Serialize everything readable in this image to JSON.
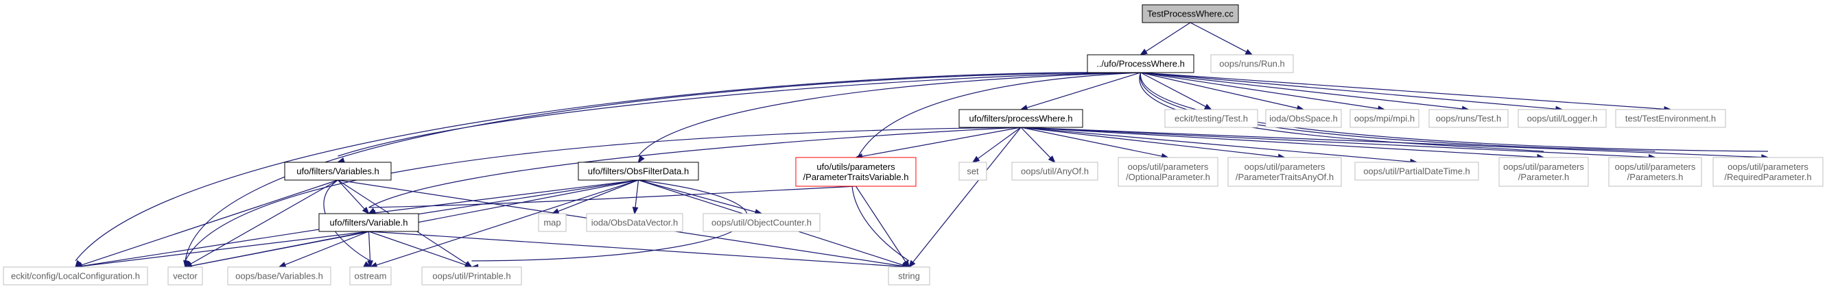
{
  "graph": {
    "colors": {
      "edge": "#191970",
      "root_fill": "#bfbfbf",
      "box_stroke_documented": "#000000",
      "box_stroke_external": "#bfbfbf",
      "box_stroke_undocumented": "#ff0000",
      "text_dark": "#000000",
      "text_light": "#606060"
    },
    "nodes": [
      {
        "id": "root",
        "label": [
          "TestProcessWhere.cc"
        ],
        "kind": "root"
      },
      {
        "id": "pw",
        "label": [
          "../ufo/ProcessWhere.h"
        ],
        "kind": "documented"
      },
      {
        "id": "run",
        "label": [
          "oops/runs/Run.h"
        ],
        "kind": "external"
      },
      {
        "id": "fpw",
        "label": [
          "ufo/filters/processWhere.h"
        ],
        "kind": "documented"
      },
      {
        "id": "testh",
        "label": [
          "eckit/testing/Test.h"
        ],
        "kind": "external"
      },
      {
        "id": "obsspace",
        "label": [
          "ioda/ObsSpace.h"
        ],
        "kind": "external"
      },
      {
        "id": "mpi",
        "label": [
          "oops/mpi/mpi.h"
        ],
        "kind": "external"
      },
      {
        "id": "runtest",
        "label": [
          "oops/runs/Test.h"
        ],
        "kind": "external"
      },
      {
        "id": "logger",
        "label": [
          "oops/util/Logger.h"
        ],
        "kind": "external"
      },
      {
        "id": "testenv",
        "label": [
          "test/TestEnvironment.h"
        ],
        "kind": "external"
      },
      {
        "id": "vars",
        "label": [
          "ufo/filters/Variables.h"
        ],
        "kind": "documented"
      },
      {
        "id": "ofd",
        "label": [
          "ufo/filters/ObsFilterData.h"
        ],
        "kind": "documented"
      },
      {
        "id": "ptv",
        "label": [
          "ufo/utils/parameters",
          "/ParameterTraitsVariable.h"
        ],
        "kind": "undocumented"
      },
      {
        "id": "set",
        "label": [
          "set"
        ],
        "kind": "external"
      },
      {
        "id": "anyof",
        "label": [
          "oops/util/AnyOf.h"
        ],
        "kind": "external"
      },
      {
        "id": "optparam",
        "label": [
          "oops/util/parameters",
          "/OptionalParameter.h"
        ],
        "kind": "external"
      },
      {
        "id": "ptanyof",
        "label": [
          "oops/util/parameters",
          "/ParameterTraitsAnyOf.h"
        ],
        "kind": "external"
      },
      {
        "id": "pdt",
        "label": [
          "oops/util/PartialDateTime.h"
        ],
        "kind": "external"
      },
      {
        "id": "param",
        "label": [
          "oops/util/parameters",
          "/Parameter.h"
        ],
        "kind": "external"
      },
      {
        "id": "params",
        "label": [
          "oops/util/parameters",
          "/Parameters.h"
        ],
        "kind": "external"
      },
      {
        "id": "reqparam",
        "label": [
          "oops/util/parameters",
          "/RequiredParameter.h"
        ],
        "kind": "external"
      },
      {
        "id": "variable",
        "label": [
          "ufo/filters/Variable.h"
        ],
        "kind": "documented"
      },
      {
        "id": "map",
        "label": [
          "map"
        ],
        "kind": "external"
      },
      {
        "id": "datavec",
        "label": [
          "ioda/ObsDataVector.h"
        ],
        "kind": "external"
      },
      {
        "id": "objcount",
        "label": [
          "oops/util/ObjectCounter.h"
        ],
        "kind": "external"
      },
      {
        "id": "localconf",
        "label": [
          "eckit/config/LocalConfiguration.h"
        ],
        "kind": "external"
      },
      {
        "id": "vector",
        "label": [
          "vector"
        ],
        "kind": "external"
      },
      {
        "id": "basevars",
        "label": [
          "oops/base/Variables.h"
        ],
        "kind": "external"
      },
      {
        "id": "ostream",
        "label": [
          "ostream"
        ],
        "kind": "external"
      },
      {
        "id": "printable",
        "label": [
          "oops/util/Printable.h"
        ],
        "kind": "external"
      },
      {
        "id": "string",
        "label": [
          "string"
        ],
        "kind": "external"
      }
    ]
  }
}
